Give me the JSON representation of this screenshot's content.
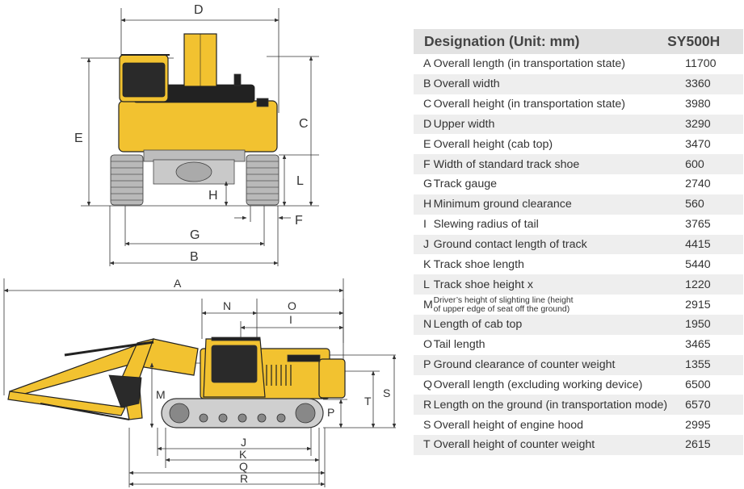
{
  "table": {
    "header": {
      "designation": "Designation (Unit: mm)",
      "model": "SY500H"
    },
    "rows": [
      {
        "letter": "A",
        "label": "Overall length (in transportation state)",
        "value": "11700"
      },
      {
        "letter": "B",
        "label": "Overall width",
        "value": "3360"
      },
      {
        "letter": "C",
        "label": "Overall height (in transportation state)",
        "value": "3980"
      },
      {
        "letter": "D",
        "label": "Upper width",
        "value": "3290"
      },
      {
        "letter": "E",
        "label": "Overall height (cab top)",
        "value": "3470"
      },
      {
        "letter": "F",
        "label": "Width of standard track shoe",
        "value": "600"
      },
      {
        "letter": "G",
        "label": "Track gauge",
        "value": "2740"
      },
      {
        "letter": "H",
        "label": "Minimum ground clearance",
        "value": "560"
      },
      {
        "letter": "I",
        "label": "Slewing radius of tail",
        "value": "3765"
      },
      {
        "letter": "J",
        "label": "Ground contact length of track",
        "value": "4415"
      },
      {
        "letter": "K",
        "label": "Track shoe length",
        "value": "5440"
      },
      {
        "letter": "L",
        "label": "Track shoe height x",
        "value": "1220"
      },
      {
        "letter": "M",
        "label_line1": "Driver’s height of slighting line (height",
        "label_line2": "of upper edge of seat off the ground)",
        "value": "2915"
      },
      {
        "letter": "N",
        "label": "Length of cab top",
        "value": "1950"
      },
      {
        "letter": "O",
        "label": "Tail length",
        "value": "3465"
      },
      {
        "letter": "P",
        "label": "Ground clearance of counter weight",
        "value": "1355"
      },
      {
        "letter": "Q",
        "label": "Overall length (excluding working device)",
        "value": "6500"
      },
      {
        "letter": "R",
        "label": "Length on the ground (in transportation mode)",
        "value": "6570"
      },
      {
        "letter": "S",
        "label": "Overall height of engine hood",
        "value": "2995"
      },
      {
        "letter": "T",
        "label": "Overall height of counter weight",
        "value": "2615"
      }
    ]
  },
  "drawing": {
    "dimension_letters": [
      "A",
      "B",
      "C",
      "D",
      "E",
      "F",
      "G",
      "H",
      "I",
      "J",
      "K",
      "L",
      "M",
      "N",
      "O",
      "P",
      "Q",
      "R",
      "S",
      "T"
    ]
  },
  "colors": {
    "body_yellow": "#f2c230",
    "dark": "#2a2a2a",
    "track_gray": "#b9b9b9",
    "row_shade": "#eeeeee"
  }
}
